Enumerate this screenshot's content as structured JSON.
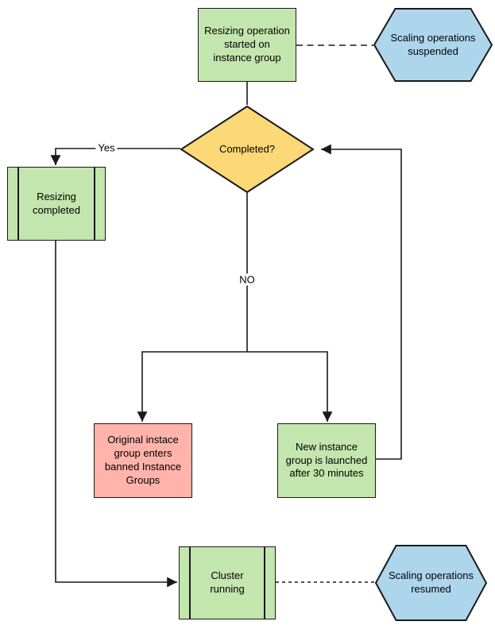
{
  "diagram": {
    "colors": {
      "green": "#c3e5ae",
      "blue": "#add6ec",
      "yellow": "#fcd876",
      "pink": "#ffb3ab",
      "stroke": "#1a1a1a"
    },
    "nodes": {
      "start": {
        "label": "Resizing operation\nstarted on\ninstance group"
      },
      "suspended": {
        "label": "Scaling operations\nsuspended"
      },
      "decision": {
        "label": "Completed?"
      },
      "resizing_completed": {
        "label": "Resizing\ncompleted"
      },
      "banned": {
        "label": "Original instace\ngroup enters\nbanned Instance\nGroups"
      },
      "new_group": {
        "label": "New instance\ngroup is launched\nafter 30 minutes"
      },
      "cluster": {
        "label": "Cluster\nrunning"
      },
      "resumed": {
        "label": "Scaling operations\nresumed"
      }
    },
    "edge_labels": {
      "yes": "Yes",
      "no": "NO"
    }
  }
}
